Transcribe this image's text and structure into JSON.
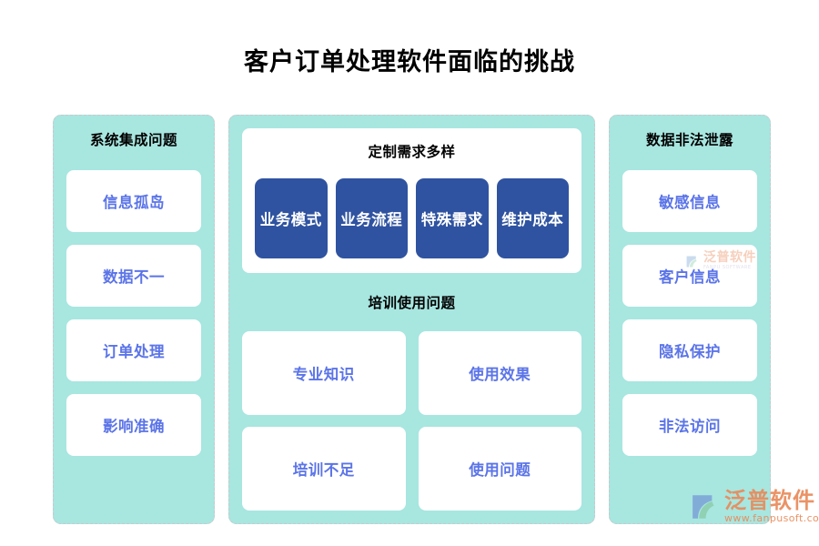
{
  "page": {
    "title": "客户订单处理软件面临的挑战",
    "background": "#FFFFFF"
  },
  "colors": {
    "panel_teal": "#A8E6E0",
    "card_white": "#FFFFFF",
    "card_text_blue": "#5B74E8",
    "box_blue": "#2F53A0",
    "heading_black": "#000000",
    "panel_border_dashed": "#C9C9C9",
    "watermark_orange": "#E98A5A"
  },
  "left_column": {
    "heading": "系统集成问题",
    "cards": [
      {
        "label": "信息孤岛"
      },
      {
        "label": "数据不一"
      },
      {
        "label": "订单处理"
      },
      {
        "label": "影响准确"
      }
    ]
  },
  "center_column": {
    "custom_needs": {
      "heading": "定制需求多样",
      "boxes": [
        {
          "label": "业务模式"
        },
        {
          "label": "业务流程"
        },
        {
          "label": "特殊需求"
        },
        {
          "label": "维护成本"
        }
      ]
    },
    "training": {
      "heading": "培训使用问题",
      "cards": [
        {
          "label": "专业知识"
        },
        {
          "label": "使用效果"
        },
        {
          "label": "培训不足"
        },
        {
          "label": "使用问题"
        }
      ]
    }
  },
  "right_column": {
    "heading": "数据非法泄露",
    "cards": [
      {
        "label": "敏感信息"
      },
      {
        "label": "客户信息"
      },
      {
        "label": "隐私保护"
      },
      {
        "label": "非法访问"
      }
    ]
  },
  "watermarks": {
    "small": {
      "brand_cn": "泛普软件",
      "brand_en": "FANPU SOFTWARE"
    },
    "large": {
      "brand_cn": "泛普软件",
      "url": "www.fanpusoft.com"
    }
  }
}
